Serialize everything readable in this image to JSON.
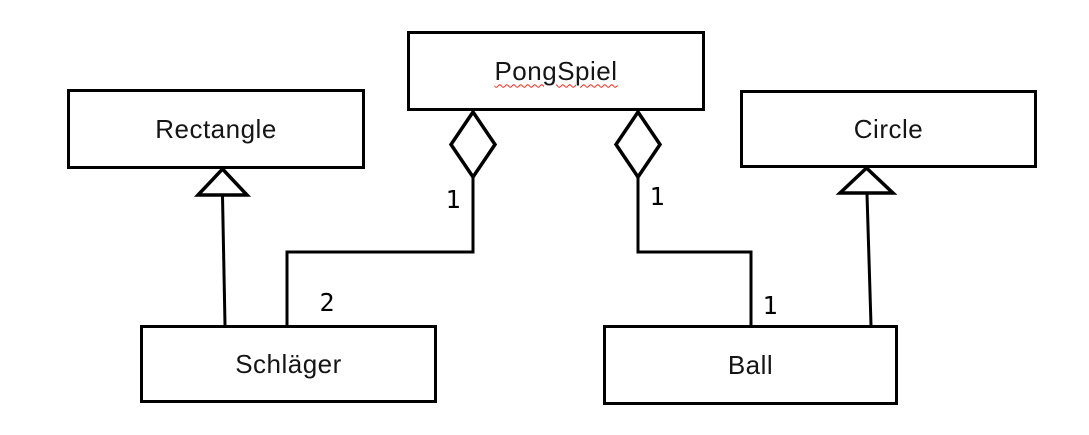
{
  "diagram": {
    "type": "uml-class-diagram",
    "classes": [
      {
        "id": "pongspiel",
        "label": "PongSpiel",
        "spellcheck_underline": true
      },
      {
        "id": "rectangle",
        "label": "Rectangle",
        "spellcheck_underline": false
      },
      {
        "id": "circle",
        "label": "Circle",
        "spellcheck_underline": false
      },
      {
        "id": "schlaeger",
        "label": "Schläger",
        "spellcheck_underline": false
      },
      {
        "id": "ball",
        "label": "Ball",
        "spellcheck_underline": false
      }
    ],
    "relations": [
      {
        "type": "aggregation",
        "from": "PongSpiel",
        "to": "Schläger",
        "source_multiplicity": "1",
        "target_multiplicity": "2"
      },
      {
        "type": "aggregation",
        "from": "PongSpiel",
        "to": "Ball",
        "source_multiplicity": "1",
        "target_multiplicity": "1"
      },
      {
        "type": "inheritance",
        "from": "Schläger",
        "to": "Rectangle"
      },
      {
        "type": "inheritance",
        "from": "Ball",
        "to": "Circle"
      }
    ],
    "colors": {
      "stroke": "#000000",
      "background": "#ffffff",
      "spellcheck_underline": "#ff2a1a"
    }
  }
}
